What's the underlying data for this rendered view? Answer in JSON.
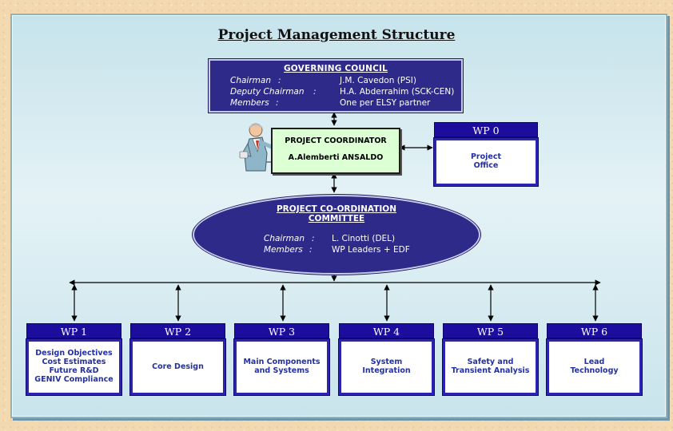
{
  "title": "Project Management Structure",
  "council": {
    "heading": "GOVERNING COUNCIL",
    "rows": [
      {
        "role": "Chairman",
        "sep": ":",
        "name": "J.M. Cavedon (PSI)"
      },
      {
        "role": "Deputy Chairman",
        "sep": ":",
        "name": "H.A. Abderrahim (SCK-CEN)"
      },
      {
        "role": "Members",
        "sep": ":",
        "name": "One per ELSY partner"
      }
    ]
  },
  "coordinator": {
    "line1": "PROJECT COORDINATOR",
    "line2": "A.Alemberti ANSALDO",
    "icon": "presenter-icon"
  },
  "wp0": {
    "label": "WP 0",
    "body": "Project\nOffice"
  },
  "committee": {
    "heading_line1": "PROJECT CO-ORDINATION",
    "heading_line2": "COMMITTEE",
    "rows": [
      {
        "role": "Chairman",
        "sep": ":",
        "name": "L. Cinotti (DEL)"
      },
      {
        "role": "Members",
        "sep": ":",
        "name": "WP Leaders + EDF"
      }
    ]
  },
  "work_packages": [
    {
      "label": "WP 1",
      "body": "Design Objectives\nCost Estimates\nFuture R&D\nGENIV Compliance"
    },
    {
      "label": "WP 2",
      "body": "Core Design"
    },
    {
      "label": "WP 3",
      "body": "Main Components\nand Systems"
    },
    {
      "label": "WP 4",
      "body": "System\nIntegration"
    },
    {
      "label": "WP 5",
      "body": "Safety and\nTransient Analysis"
    },
    {
      "label": "WP 6",
      "body": "Lead\nTechnology"
    }
  ],
  "colors": {
    "box_header": "#1c0d9c",
    "council_fill": "#2d2a8a",
    "coordinator_fill": "#ddffd4",
    "wp_text": "#2430a0",
    "panel": "#c6e3eb",
    "background": "#f3d9b0"
  }
}
